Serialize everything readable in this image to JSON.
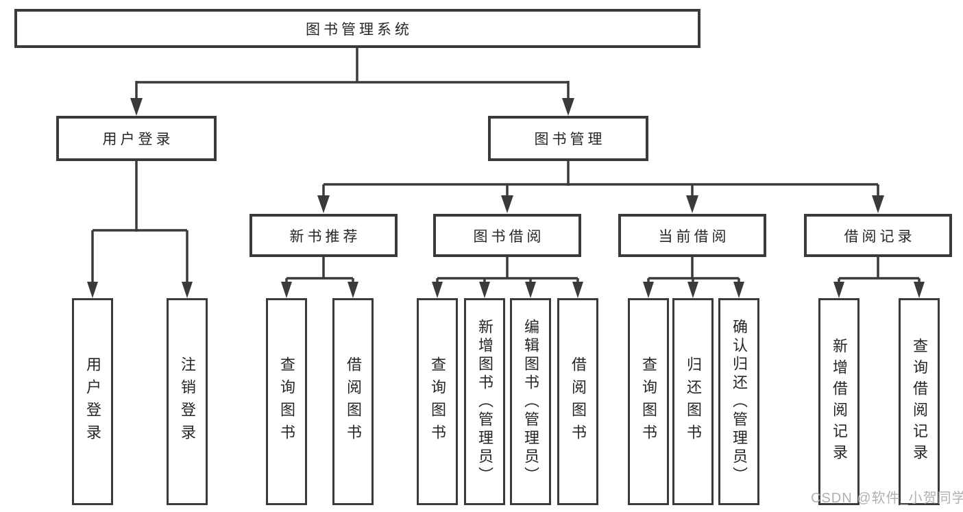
{
  "diagram": {
    "root": {
      "label": "图书管理系统"
    },
    "user_login": {
      "label": "用户登录",
      "children": [
        {
          "label": "用户登录"
        },
        {
          "label": "注销登录"
        }
      ]
    },
    "book_management": {
      "label": "图书管理",
      "sections": [
        {
          "label": "新书推荐",
          "children": [
            {
              "label": "查询图书"
            },
            {
              "label": "借阅图书"
            }
          ]
        },
        {
          "label": "图书借阅",
          "children": [
            {
              "label": "查询图书"
            },
            {
              "label": "新增图书（管理员）"
            },
            {
              "label": "编辑图书（管理员）"
            },
            {
              "label": "借阅图书"
            }
          ]
        },
        {
          "label": "当前借阅",
          "children": [
            {
              "label": "查询图书"
            },
            {
              "label": "归还图书"
            },
            {
              "label": "确认归还（管理员）"
            }
          ]
        },
        {
          "label": "借阅记录",
          "children": [
            {
              "label": "新增借阅记录"
            },
            {
              "label": "查询借阅记录"
            }
          ]
        }
      ]
    }
  },
  "watermark": {
    "text": "CSDN @软件_小贺同学"
  },
  "colors": {
    "border": "#3a3a3a",
    "line": "#3a3a3a",
    "text": "#262626",
    "watermark": "#b0b0b0",
    "bg": "#ffffff"
  }
}
